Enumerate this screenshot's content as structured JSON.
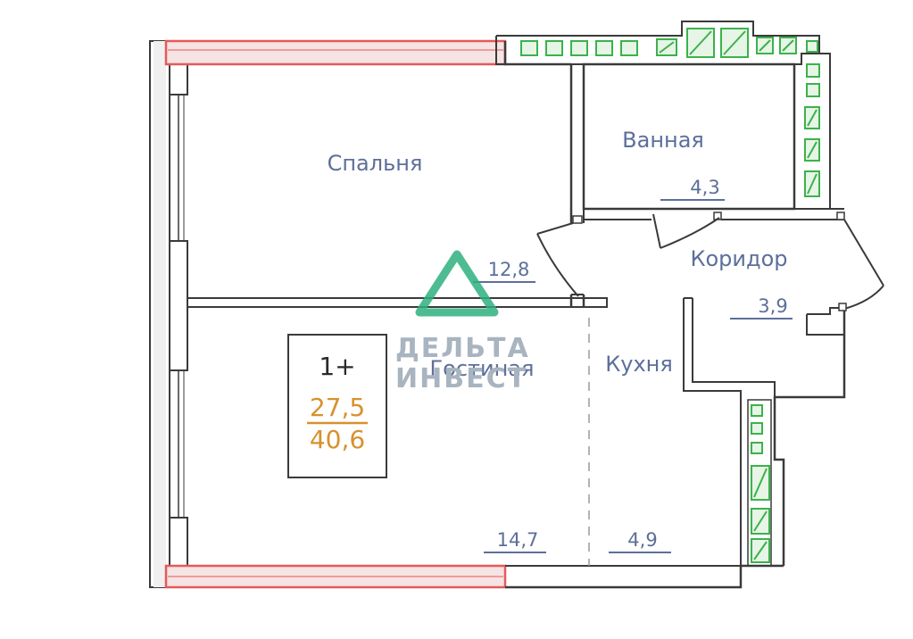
{
  "rooms": {
    "bedroom": {
      "name": "Спальня",
      "area": "12,8"
    },
    "bathroom": {
      "name": "Ванная",
      "area": "4,3"
    },
    "corridor": {
      "name": "Коридор",
      "area": "3,9"
    },
    "living": {
      "name": "Гостиная",
      "area": "14,7"
    },
    "kitchen": {
      "name": "Кухня",
      "area": "4,9"
    }
  },
  "badge": {
    "rooms": "1+",
    "living_area": "27,5",
    "total_area": "40,6"
  },
  "watermark": {
    "line1": "ДЕЛЬТА",
    "line2": "ИНВЕСТ"
  },
  "colors": {
    "wall": "#3a3a3a",
    "area_text": "#5d6f9a",
    "badge_area": "#d8912d",
    "logo": "#2fb07f",
    "facade_window": "#e35a5a",
    "facade_fill": "#f6e3e3",
    "vent_block": "#3bb24b",
    "vent_fill": "#e6f5e6"
  }
}
